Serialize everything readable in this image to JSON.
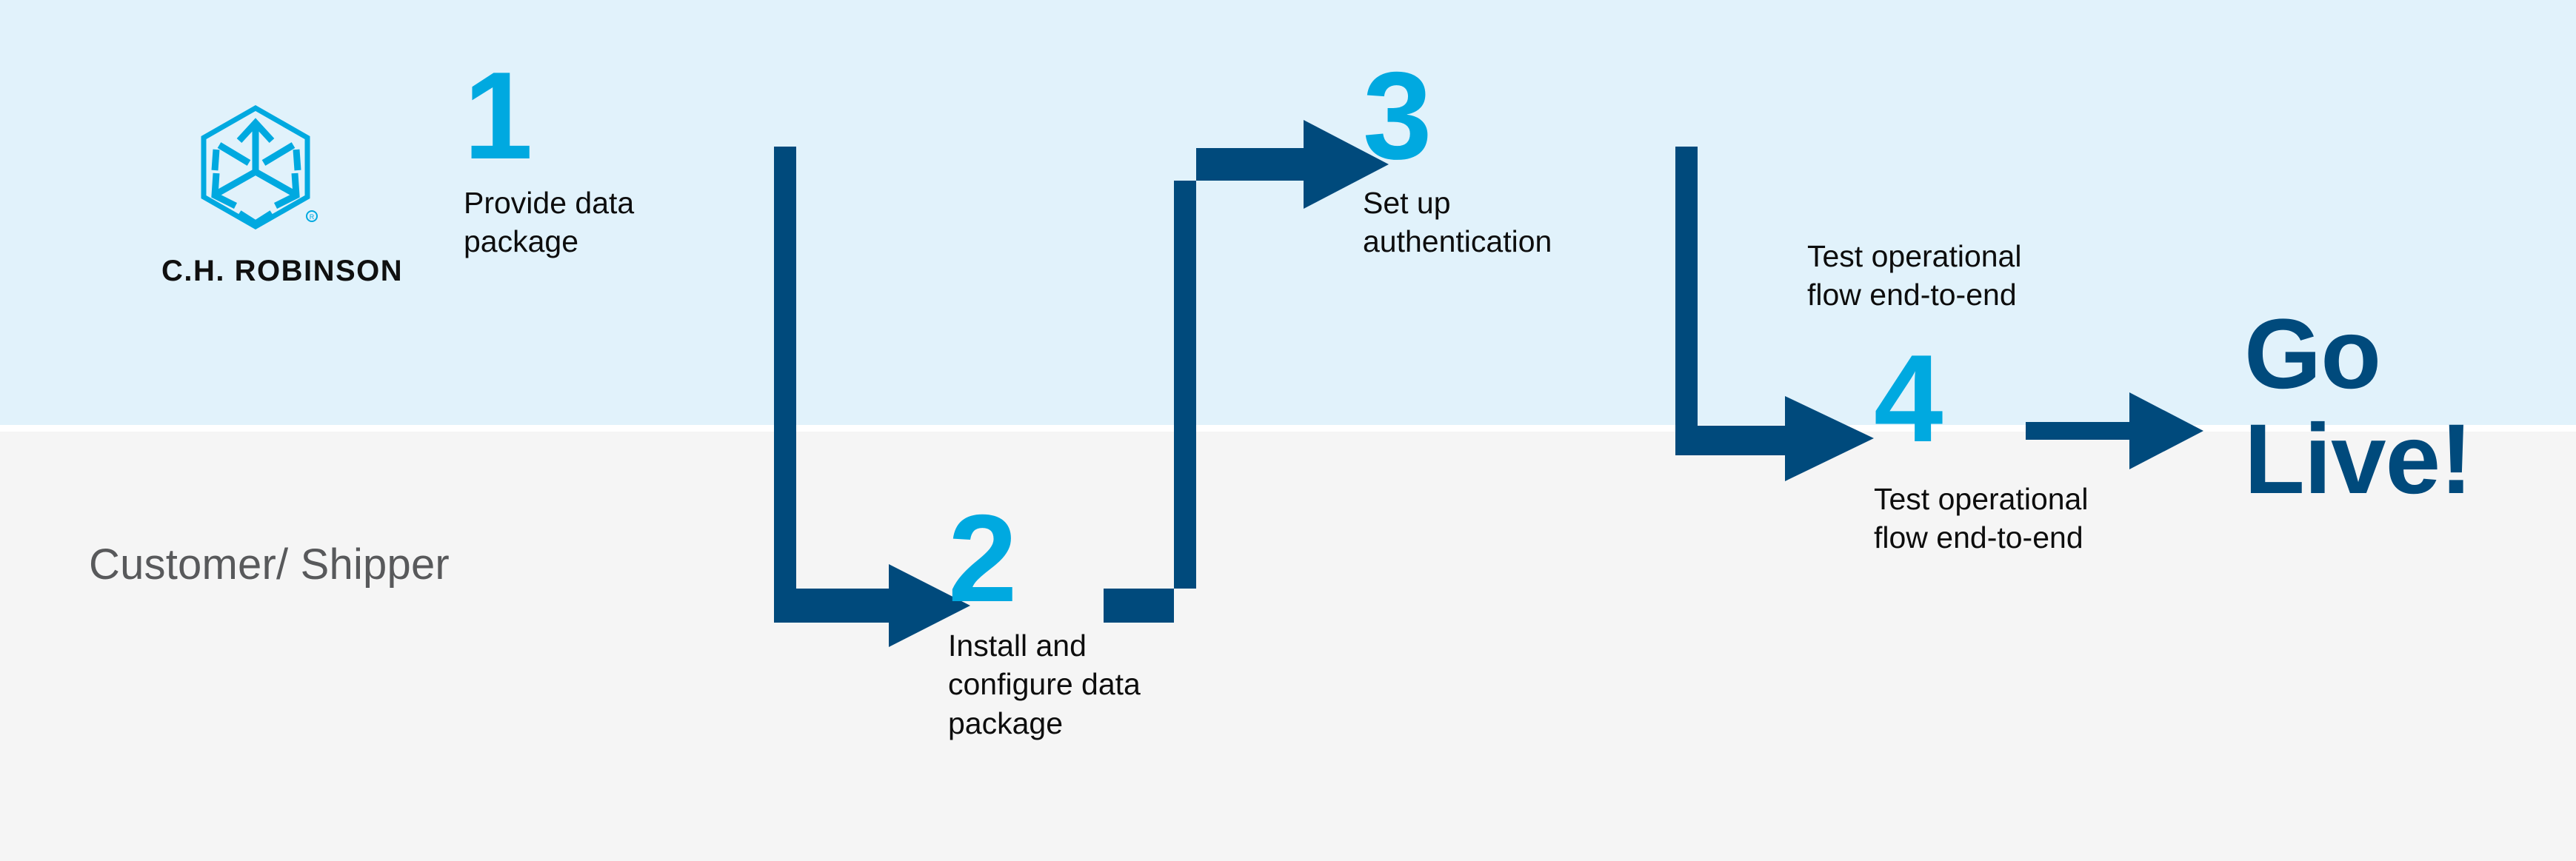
{
  "colors": {
    "band_top_bg": "#e1f2fb",
    "band_bottom_bg": "#f5f5f5",
    "brand_dark_blue": "#004A7C",
    "brand_cyan": "#00a9e0",
    "lane_label_text": "#58595b",
    "body_text": "#0d0d0d",
    "wordmark_text": "#101010"
  },
  "logo": {
    "mark_name": "ch-robinson-cube-logo",
    "wordmark": "C.H. ROBINSON",
    "registered_mark": "®"
  },
  "lane": {
    "label": "Customer/\nShipper"
  },
  "steps": [
    {
      "number": "1",
      "text": "Provide data\npackage"
    },
    {
      "number": "2",
      "text": "Install and\nconfigure data\npackage"
    },
    {
      "number": "3",
      "text": "Set up\nauthentication"
    },
    {
      "number": "4",
      "text": "Test operational\nflow end-to-end"
    }
  ],
  "captions": [
    {
      "text": "Test operational\nflow end-to-end"
    }
  ],
  "outcome": {
    "label": "Go\nLive!"
  },
  "connectors": [
    {
      "name": "step1-to-step2",
      "from": "1",
      "to": "2",
      "shape": "right-down-right-arrow"
    },
    {
      "name": "step2-to-step3",
      "from": "2",
      "to": "3",
      "shape": "right-up-right-arrow"
    },
    {
      "name": "step3-to-step4",
      "from": "3",
      "to": "4",
      "shape": "right-down-right-arrow"
    },
    {
      "name": "step4-to-golive",
      "from": "4",
      "to": "Go Live!",
      "shape": "right-arrow"
    }
  ]
}
